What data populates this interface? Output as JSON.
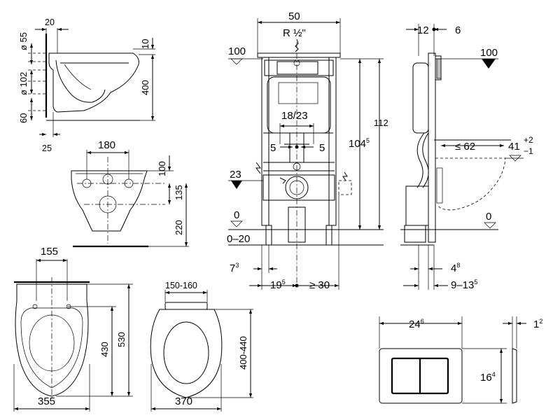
{
  "wc_side": {
    "d55": "ø 55",
    "d102": "ø 102",
    "d20": "20",
    "d10": "10",
    "d400": "400",
    "d60": "60",
    "d25": "25"
  },
  "wc_front": {
    "d180": "180",
    "d100": "100",
    "d135": "135",
    "d220": "220"
  },
  "wc_top": {
    "d155": "155",
    "d430": "430",
    "d530": "530",
    "d355": "355"
  },
  "seat": {
    "d150_160": "150-160",
    "d400_440": "400-440",
    "d370": "370"
  },
  "frame_front": {
    "d50": "50",
    "rhalf": "R ½\"",
    "d100": "100",
    "d112": "112",
    "d104": "104",
    "d104_sup": "5",
    "d18_23": "18/23",
    "d5_left": "5",
    "d5_right": "5",
    "d23": "23",
    "d0": "0",
    "d0_20": "0–20",
    "d7": "7",
    "d7_sup": "3",
    "d19": "19",
    "d19_sup": "5",
    "dge30": "≥ 30"
  },
  "frame_side": {
    "d12": "12",
    "d6": "6",
    "d100": "100",
    "dle62": "≤ 62",
    "d41": "41",
    "d41_tol_plus": "+2",
    "d41_tol_minus": "−1",
    "d0": "0",
    "d4": "4",
    "d4_sup": "8",
    "d9_13": "9–13",
    "d9_13_sup": "5"
  },
  "plate": {
    "d24": "24",
    "d24_sup": "6",
    "d1": "1",
    "d1_sup": "2",
    "d16": "16",
    "d16_sup": "4"
  }
}
